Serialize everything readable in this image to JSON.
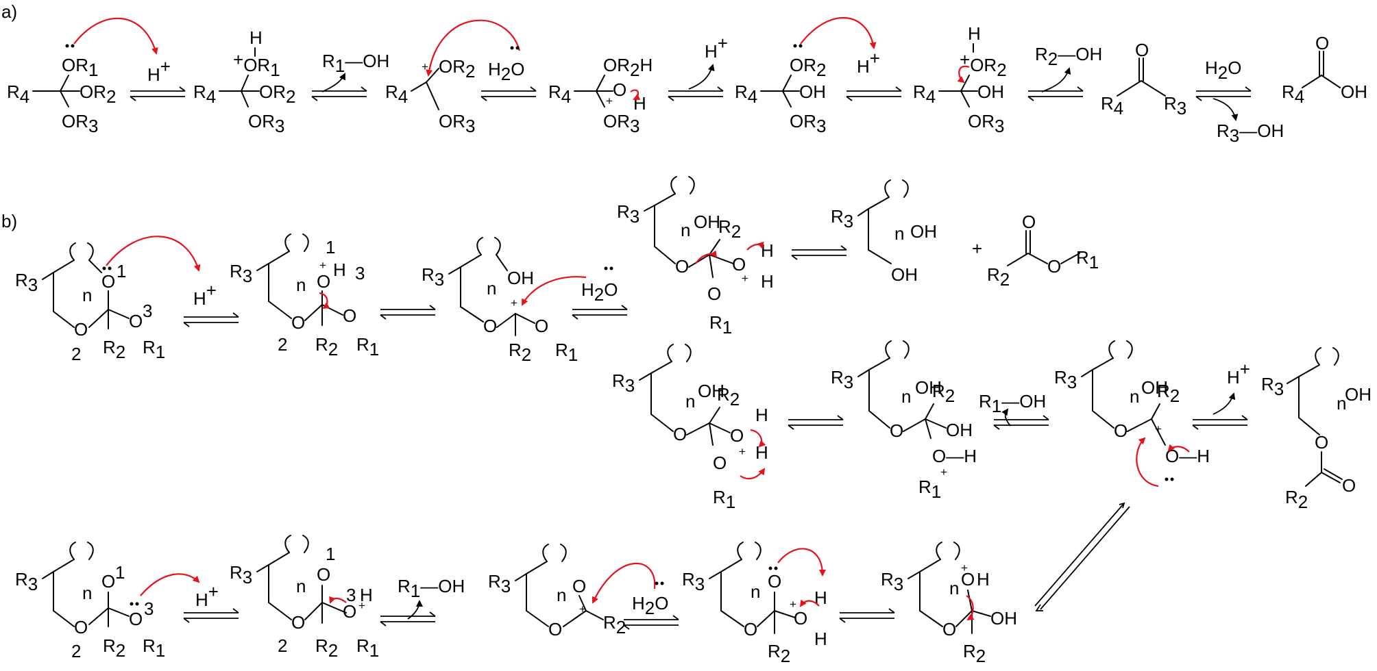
{
  "panels": {
    "a": {
      "label": "a)"
    },
    "b": {
      "label": "b)"
    }
  },
  "colors": {
    "electron_arrow": "#e8101a",
    "ink": "#000000",
    "background": "#ffffff"
  },
  "reagents": {
    "h_plus": "H",
    "plus_sign": "+",
    "water": "H",
    "water_o": "O",
    "r1oh_r": "R",
    "r1oh_oh": "OH",
    "r2oh_r": "R",
    "r3oh_r": "R",
    "h2o_label": "H",
    "n": "n",
    "plus_product": "+"
  },
  "subscripts": {
    "one": "1",
    "two": "2",
    "three": "3",
    "four": "4"
  },
  "ring_numbers": {
    "one": "1",
    "two": "2",
    "three": "3"
  }
}
